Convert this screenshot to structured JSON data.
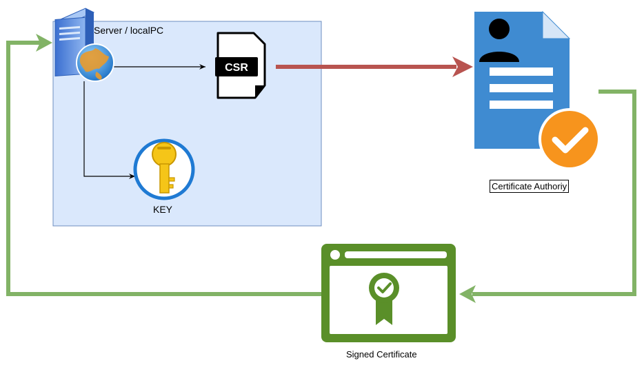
{
  "labels": {
    "server": "Server / localPC",
    "csr": "CSR",
    "key": "KEY",
    "ca": "Certificate Authoriy",
    "signed": "Signed Certificate"
  },
  "icons": {
    "server": "server-globe-icon",
    "csr": "csr-document-icon",
    "key": "key-icon",
    "ca": "certificate-authority-document-icon",
    "signed": "signed-certificate-icon"
  },
  "colors": {
    "local_box_fill": "#dae8fc",
    "local_box_border": "#6c8ebf",
    "request_arrow": "#b85450",
    "return_arrows": "#82b366",
    "ca_document": "#3f8bd1",
    "ca_badge": "#f7941d",
    "signed_cert": "#5a8f29",
    "key_ring": "#1f7ad3",
    "key_fill": "#f5c518"
  }
}
